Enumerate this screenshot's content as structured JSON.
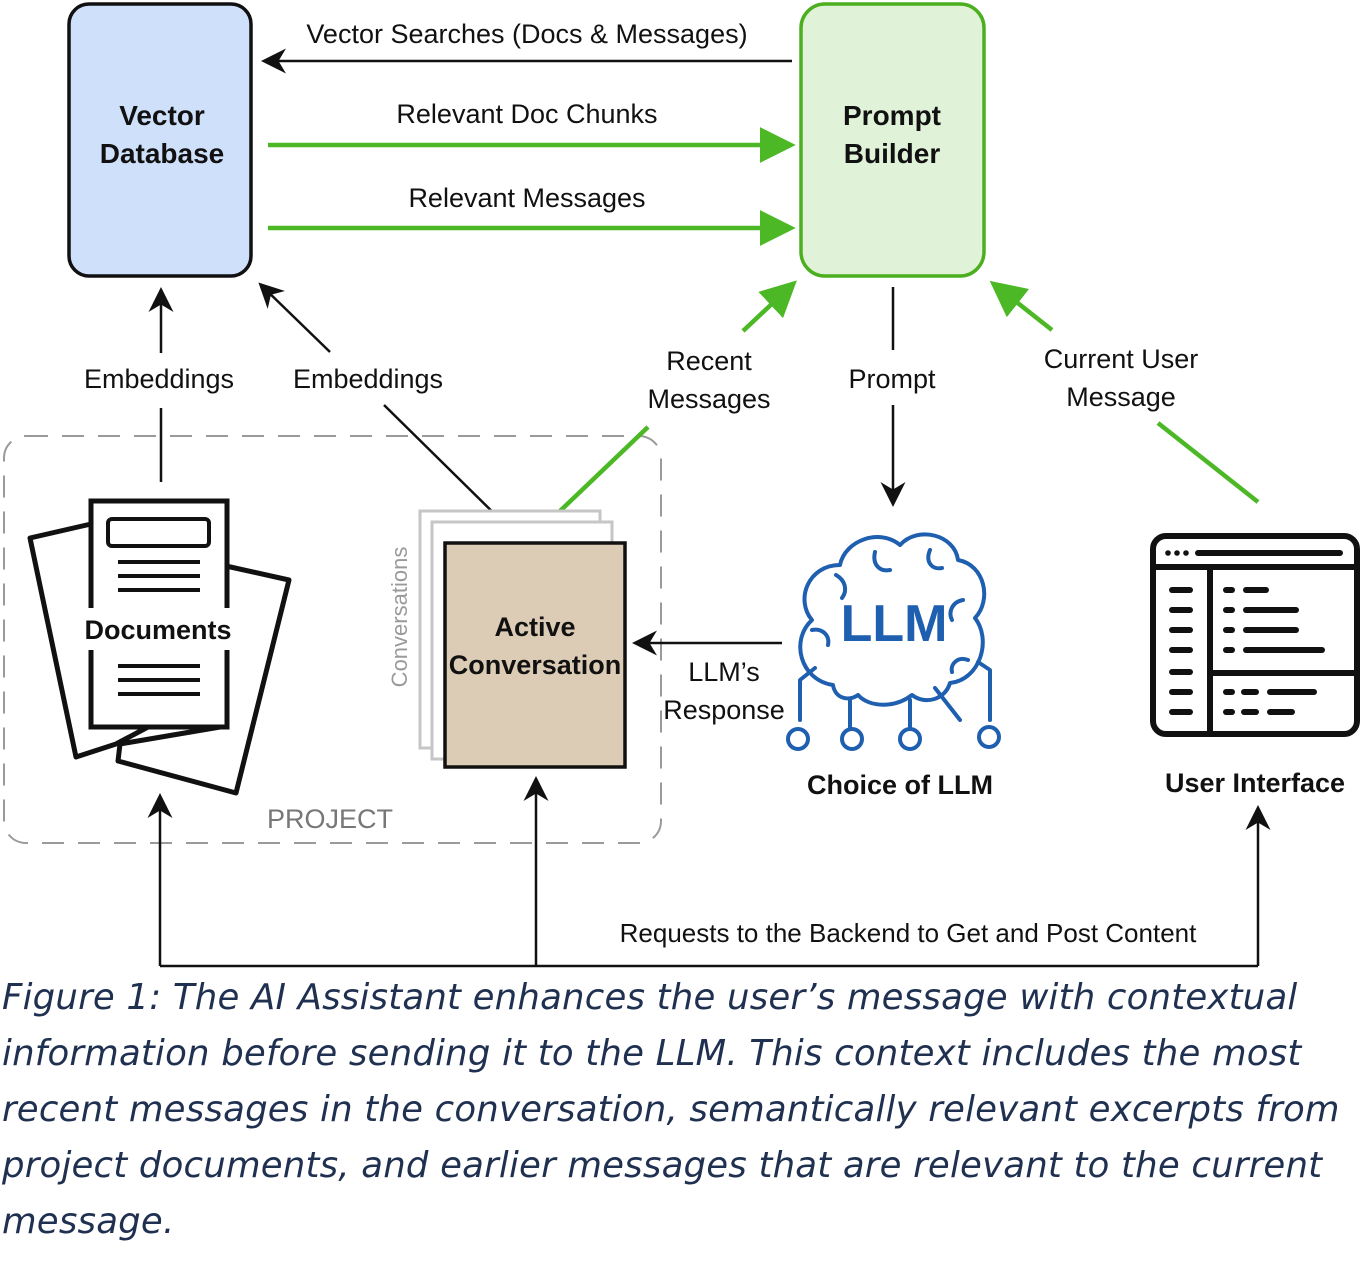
{
  "nodes": {
    "vector_db": {
      "line1": "Vector",
      "line2": "Database"
    },
    "prompt_builder": {
      "line1": "Prompt",
      "line2": "Builder"
    },
    "documents": {
      "label": "Documents"
    },
    "active_conversation": {
      "line1": "Active",
      "line2": "Conversation"
    },
    "conversations_stack": {
      "label": "Conversations"
    },
    "llm": {
      "icon_text": "LLM",
      "label": "Choice of LLM"
    },
    "user_interface": {
      "label": "User Interface"
    },
    "project": {
      "label": "PROJECT"
    }
  },
  "edges": {
    "vector_searches": "Vector Searches (Docs & Messages)",
    "relevant_doc_chunks": "Relevant Doc Chunks",
    "relevant_messages": "Relevant Messages",
    "embeddings_docs": "Embeddings",
    "embeddings_conv": "Embeddings",
    "recent_messages": {
      "line1": "Recent",
      "line2": "Messages"
    },
    "prompt": "Prompt",
    "current_user_message": {
      "line1": "Current User",
      "line2": "Message"
    },
    "llm_response": {
      "line1": "LLM’s",
      "line2": "Response"
    },
    "requests_backend": "Requests to the Backend to Get and Post Content"
  },
  "colors": {
    "vector_db_fill": "#cfe0fb",
    "prompt_builder_fill": "#e0f3d8",
    "prompt_builder_border": "#4caf20",
    "green_arrow": "#4cb825",
    "active_conv_fill": "#dcccb5",
    "llm_blue": "#1f5fb0",
    "caption_text": "#1f3050"
  },
  "caption": "Figure 1: The AI Assistant enhances the user’s message with contextual information before sending it to the LLM. This context includes the most recent messages in the conversation, semantically relevant excerpts from project documents, and earlier messages that are relevant to the current message."
}
